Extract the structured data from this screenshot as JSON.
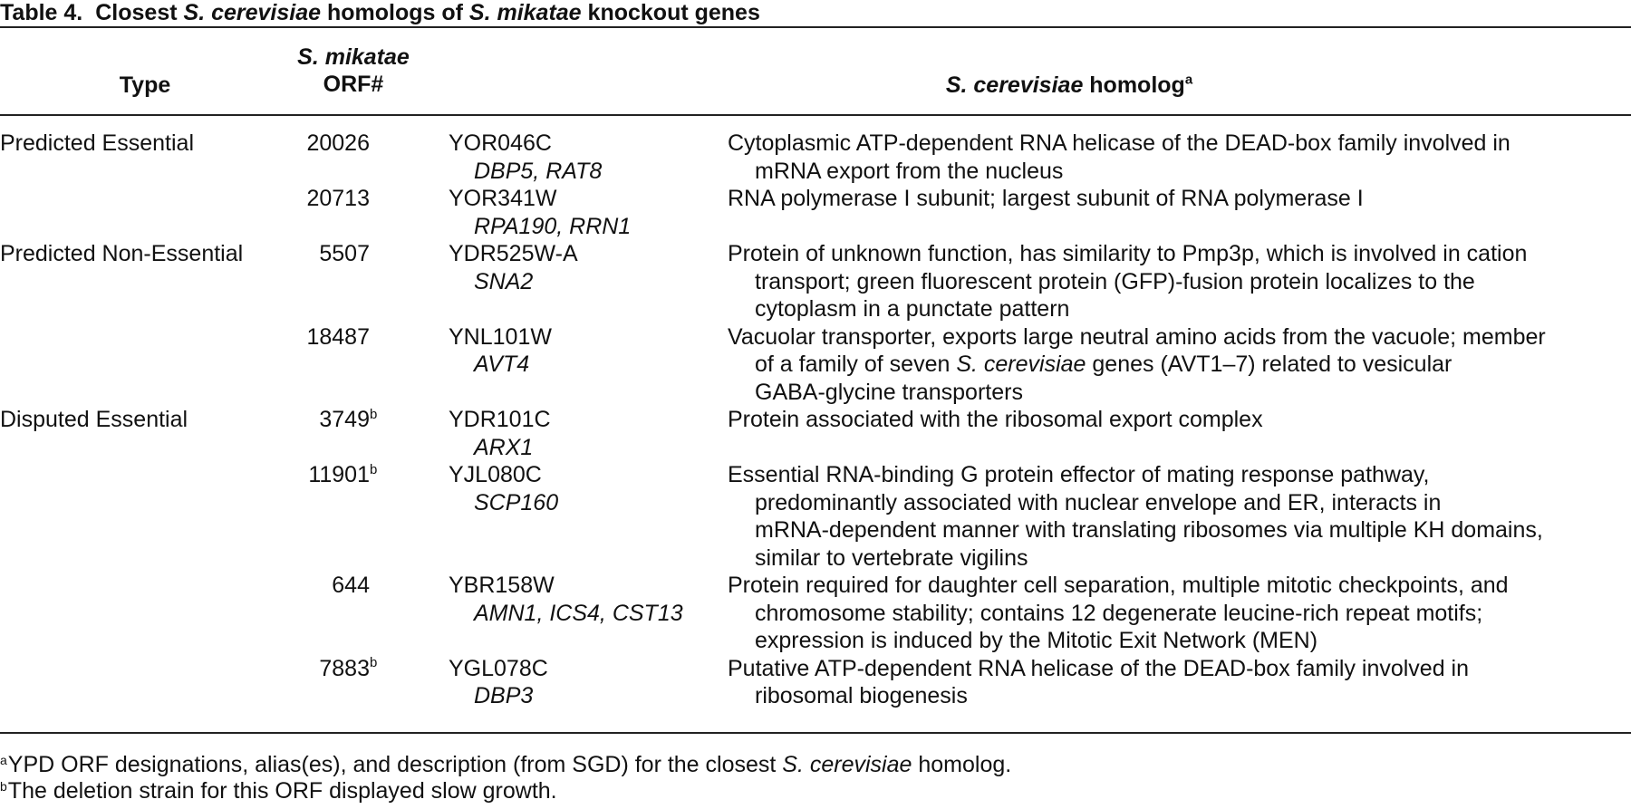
{
  "caption": {
    "label": "Table 4.",
    "title_parts": [
      {
        "text": "Closest ",
        "italic": false
      },
      {
        "text": "S. cerevisiae",
        "italic": true
      },
      {
        "text": " homologs of ",
        "italic": false
      },
      {
        "text": "S. mikatae",
        "italic": true
      },
      {
        "text": " knockout genes",
        "italic": false
      }
    ]
  },
  "header": {
    "type": "Type",
    "orf_line1": "S. mikatae",
    "orf_line2": "ORF#",
    "homolog_italic": "S. cerevisiae",
    "homolog_rest": " homolog",
    "homolog_sup": "a"
  },
  "rows": [
    {
      "type": "Predicted Essential",
      "orf": "20026",
      "sup": "",
      "yorf": "YOR046C",
      "alias": "DBP5, RAT8",
      "desc": [
        [
          {
            "t": "Cytoplasmic ATP-dependent RNA helicase of the DEAD-box family involved in"
          }
        ],
        [
          {
            "t": "mRNA export from the nucleus"
          }
        ]
      ]
    },
    {
      "type": "",
      "orf": "20713",
      "sup": "",
      "yorf": "YOR341W",
      "alias": "RPA190, RRN1",
      "desc": [
        [
          {
            "t": "RNA polymerase I subunit; largest subunit of RNA polymerase I"
          }
        ]
      ]
    },
    {
      "type": "Predicted Non-Essential",
      "orf": "5507",
      "sup": "",
      "yorf": "YDR525W-A",
      "alias": "SNA2",
      "desc": [
        [
          {
            "t": "Protein of unknown function, has similarity to Pmp3p, which is involved in cation"
          }
        ],
        [
          {
            "t": "transport; green fluorescent protein (GFP)-fusion protein localizes to the"
          }
        ],
        [
          {
            "t": "cytoplasm in a punctate pattern"
          }
        ]
      ]
    },
    {
      "type": "",
      "orf": "18487",
      "sup": "",
      "yorf": "YNL101W",
      "alias": "AVT4",
      "desc": [
        [
          {
            "t": "Vacuolar transporter, exports large neutral amino acids from the vacuole; member"
          }
        ],
        [
          {
            "t": "of a family of seven "
          },
          {
            "t": "S. cerevisiae",
            "i": true
          },
          {
            "t": " genes (AVT1–7) related to vesicular"
          }
        ],
        [
          {
            "t": "GABA-glycine transporters"
          }
        ]
      ]
    },
    {
      "type": "Disputed Essential",
      "orf": "3749",
      "sup": "b",
      "yorf": "YDR101C",
      "alias": "ARX1",
      "desc": [
        [
          {
            "t": "Protein associated with the ribosomal export complex"
          }
        ]
      ]
    },
    {
      "type": "",
      "orf": "11901",
      "sup": "b",
      "yorf": "YJL080C",
      "alias": "SCP160",
      "desc": [
        [
          {
            "t": "Essential RNA-binding G protein effector of mating response pathway,"
          }
        ],
        [
          {
            "t": "predominantly associated with nuclear envelope and ER, interacts in"
          }
        ],
        [
          {
            "t": "mRNA-dependent manner with translating ribosomes via multiple KH domains,"
          }
        ],
        [
          {
            "t": "similar to vertebrate vigilins"
          }
        ]
      ]
    },
    {
      "type": "",
      "orf": "644",
      "sup": "",
      "yorf": "YBR158W",
      "alias": "AMN1, ICS4, CST13",
      "desc": [
        [
          {
            "t": "Protein required for daughter cell separation, multiple mitotic checkpoints, and"
          }
        ],
        [
          {
            "t": "chromosome stability; contains 12 degenerate leucine-rich repeat motifs;"
          }
        ],
        [
          {
            "t": "expression is induced by the Mitotic Exit Network (MEN)"
          }
        ]
      ]
    },
    {
      "type": "",
      "orf": "7883",
      "sup": "b",
      "yorf": "YGL078C",
      "alias": "DBP3",
      "desc": [
        [
          {
            "t": "Putative ATP-dependent RNA helicase of the DEAD-box family involved in"
          }
        ],
        [
          {
            "t": "ribosomal biogenesis"
          }
        ]
      ]
    }
  ],
  "footnotes": [
    {
      "mark": "a",
      "parts": [
        {
          "t": "YPD ORF designations, alias(es), and description (from SGD) for the closest "
        },
        {
          "t": "S. cerevisiae",
          "i": true
        },
        {
          "t": " homolog."
        }
      ]
    },
    {
      "mark": "b",
      "parts": [
        {
          "t": "The deletion strain for this ORF displayed slow growth."
        }
      ]
    }
  ]
}
